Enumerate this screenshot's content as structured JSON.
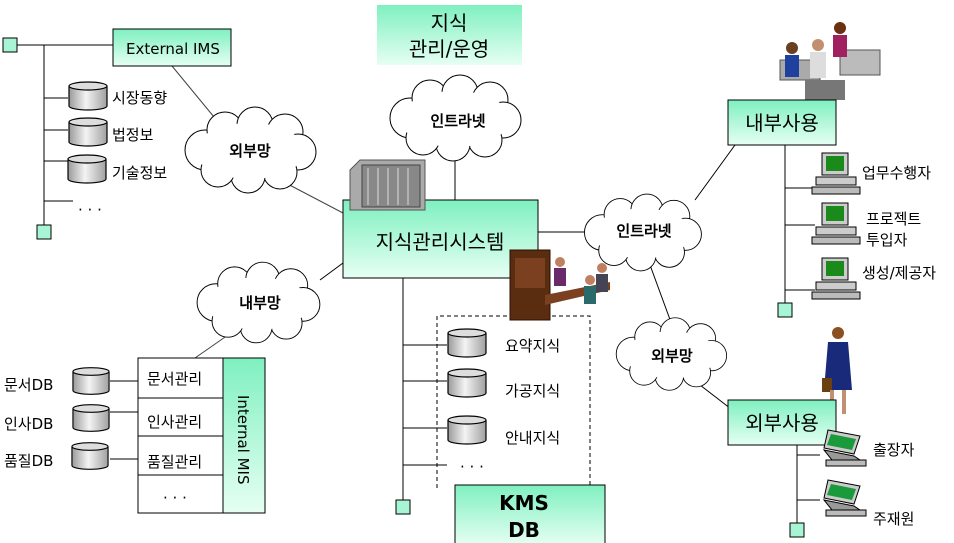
{
  "top_box": {
    "line1": "지식",
    "line2": "관리/운영"
  },
  "external_ims": {
    "label": "External IMS",
    "databases": [
      "시장동향",
      "법정보",
      "기술정보"
    ],
    "more": "· · ·"
  },
  "clouds": {
    "left_external": "외부망",
    "top_intranet": "인트라넷",
    "left_internal": "내부망",
    "right_intranet": "인트라넷",
    "right_external": "외부망"
  },
  "main_system": {
    "label": "지식관리시스템"
  },
  "internal_mis": {
    "label": "Internal MIS",
    "modules": [
      "문서관리",
      "인사관리",
      "품질관리"
    ],
    "more": "· · ·",
    "databases": [
      "문서DB",
      "인사DB",
      "품질DB"
    ]
  },
  "knowledge": {
    "items": [
      "요약지식",
      "가공지식",
      "안내지식"
    ],
    "more": "· · ·"
  },
  "kms_db": {
    "line1": "KMS",
    "line2": "DB"
  },
  "internal_use": {
    "label": "내부사용",
    "users": [
      "업무수행자",
      "프로젝트",
      "투입자",
      "생성/제공자"
    ]
  },
  "external_use": {
    "label": "외부사용",
    "users": [
      "출장자",
      "주재원"
    ]
  },
  "colors": {
    "box_top": "#7ff0c0",
    "box_bottom": "#e6fff3",
    "node": "#a8f5d5"
  }
}
